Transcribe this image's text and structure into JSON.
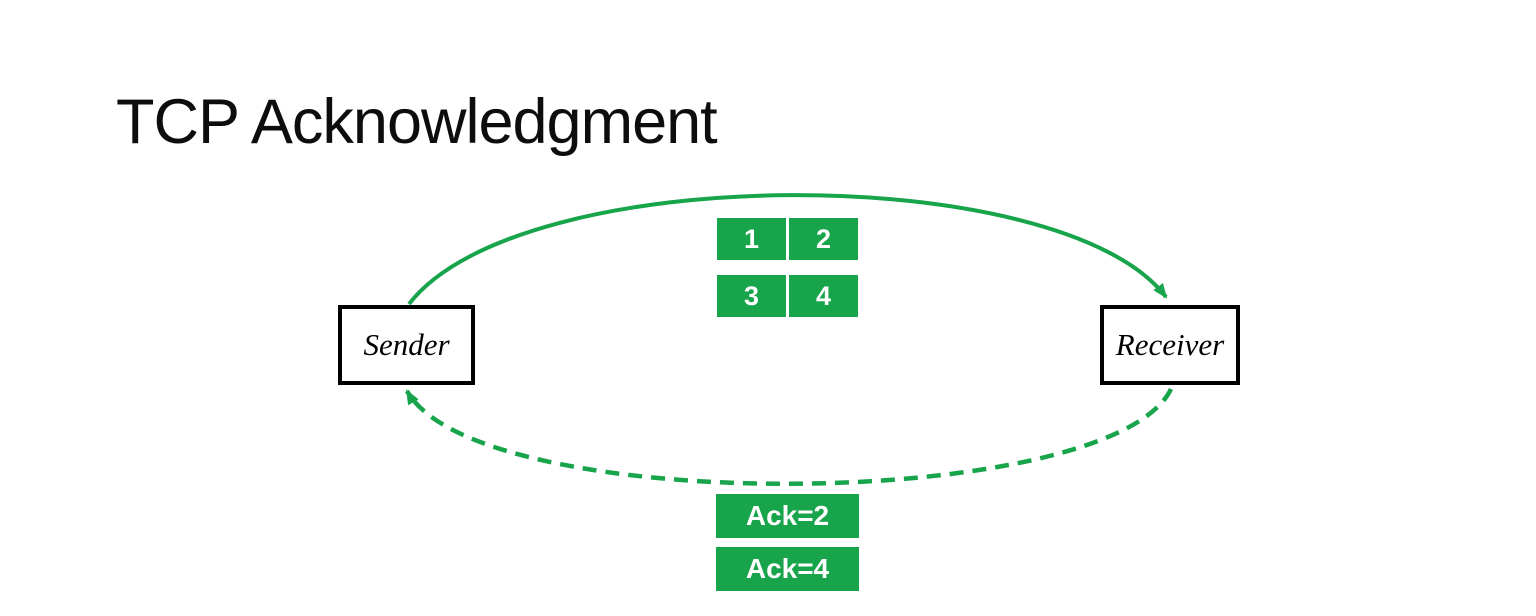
{
  "title": "TCP Acknowledgment",
  "colors": {
    "green": "#18a44b",
    "box_border": "#000000",
    "title_text": "#0d0d0d",
    "label_text": "#ffffff",
    "background": "#ffffff"
  },
  "nodes": {
    "sender": "Sender",
    "receiver": "Receiver"
  },
  "segments": [
    "1",
    "2",
    "3",
    "4"
  ],
  "acks": [
    "Ack=2",
    "Ack=4"
  ],
  "arrows": {
    "data_arrow": {
      "from": "Sender",
      "to": "Receiver",
      "style": "solid"
    },
    "ack_arrow": {
      "from": "Receiver",
      "to": "Sender",
      "style": "dashed"
    }
  }
}
